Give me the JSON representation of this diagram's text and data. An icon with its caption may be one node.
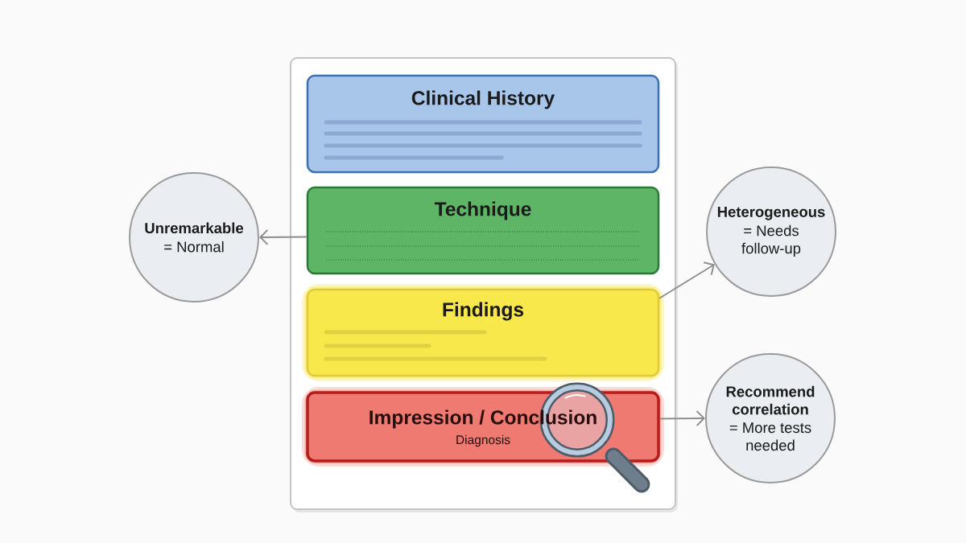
{
  "diagram": {
    "nodes": [
      {
        "text": [],
        "shape": "box"
      },
      {
        "text": [
          "Clinical History"
        ],
        "in": 0
      },
      {
        "text": [
          "Technique"
        ],
        "in": 0
      },
      {
        "text": [
          "Findings"
        ],
        "in": 0
      },
      {
        "text": [
          "Impression / Conclusion",
          "Diagnosis"
        ],
        "in": 0
      },
      {
        "text": [
          "Unremarkable",
          "= Normal"
        ]
      },
      {
        "text": [
          "Heterogeneous",
          "= Needs follow-up"
        ]
      },
      {
        "text": [
          "Recommend correlation",
          "= More tests needed"
        ]
      }
    ],
    "edges": [
      {
        "from": 2,
        "to": 5,
        "arrow": "to"
      },
      {
        "from": 3,
        "to": 6,
        "arrow": "to"
      },
      {
        "from": 4,
        "to": 7,
        "arrow": "to"
      }
    ]
  }
}
